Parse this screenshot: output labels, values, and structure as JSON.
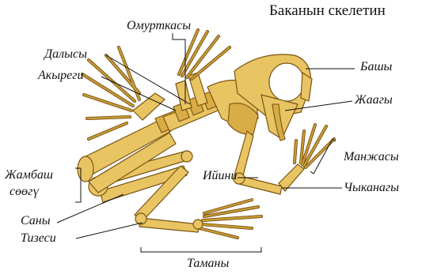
{
  "title": "Баканын скелетин",
  "labels": {
    "spine": "Омурткасы",
    "shoulder_blade": "Далысы",
    "coracoid": "Акыреги",
    "head": "Башы",
    "jaw": "Жаагы",
    "hand": "Манжасы",
    "shoulder": "Ийини",
    "forearm": "Чыканагы",
    "pelvis_line1": "Жамбаш",
    "pelvis_line2": "сөөгү",
    "thigh": "Саны",
    "knee": "Тизеси",
    "foot": "Таманы"
  },
  "colors": {
    "bone_fill": "#e8c463",
    "bone_outline": "#7a5512",
    "label_text": "#111111"
  }
}
